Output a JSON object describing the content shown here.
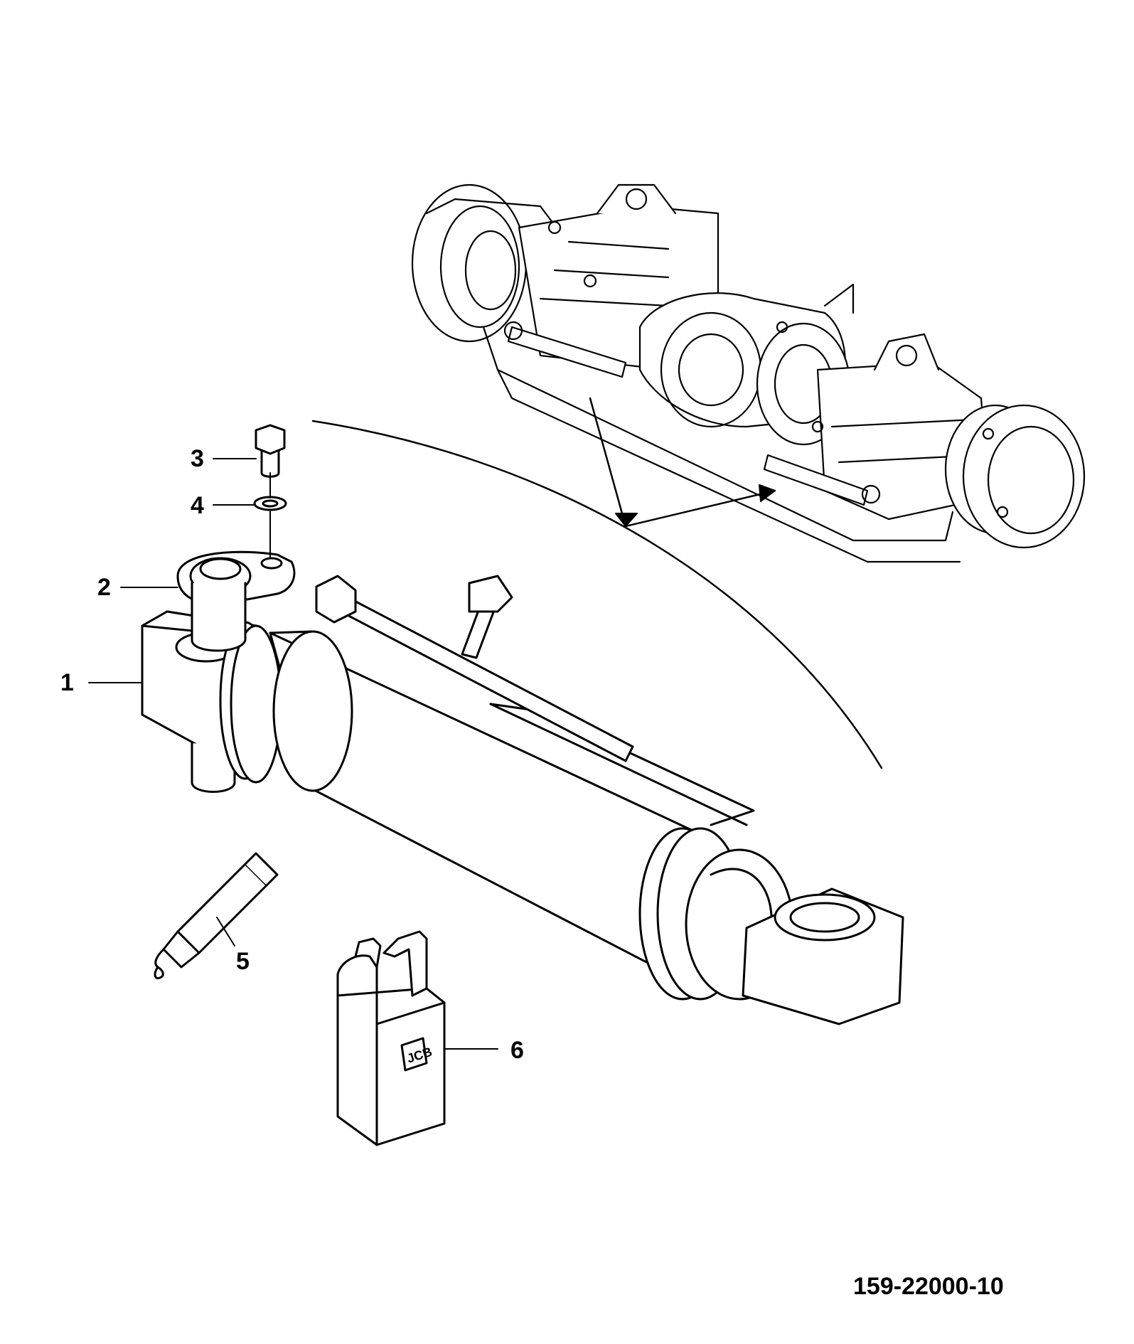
{
  "callouts": [
    {
      "label": "1"
    },
    {
      "label": "2"
    },
    {
      "label": "3"
    },
    {
      "label": "4"
    },
    {
      "label": "5"
    },
    {
      "label": "6"
    }
  ],
  "reference": "159-22000-10",
  "oil_bottle_logo_text": "JCB"
}
